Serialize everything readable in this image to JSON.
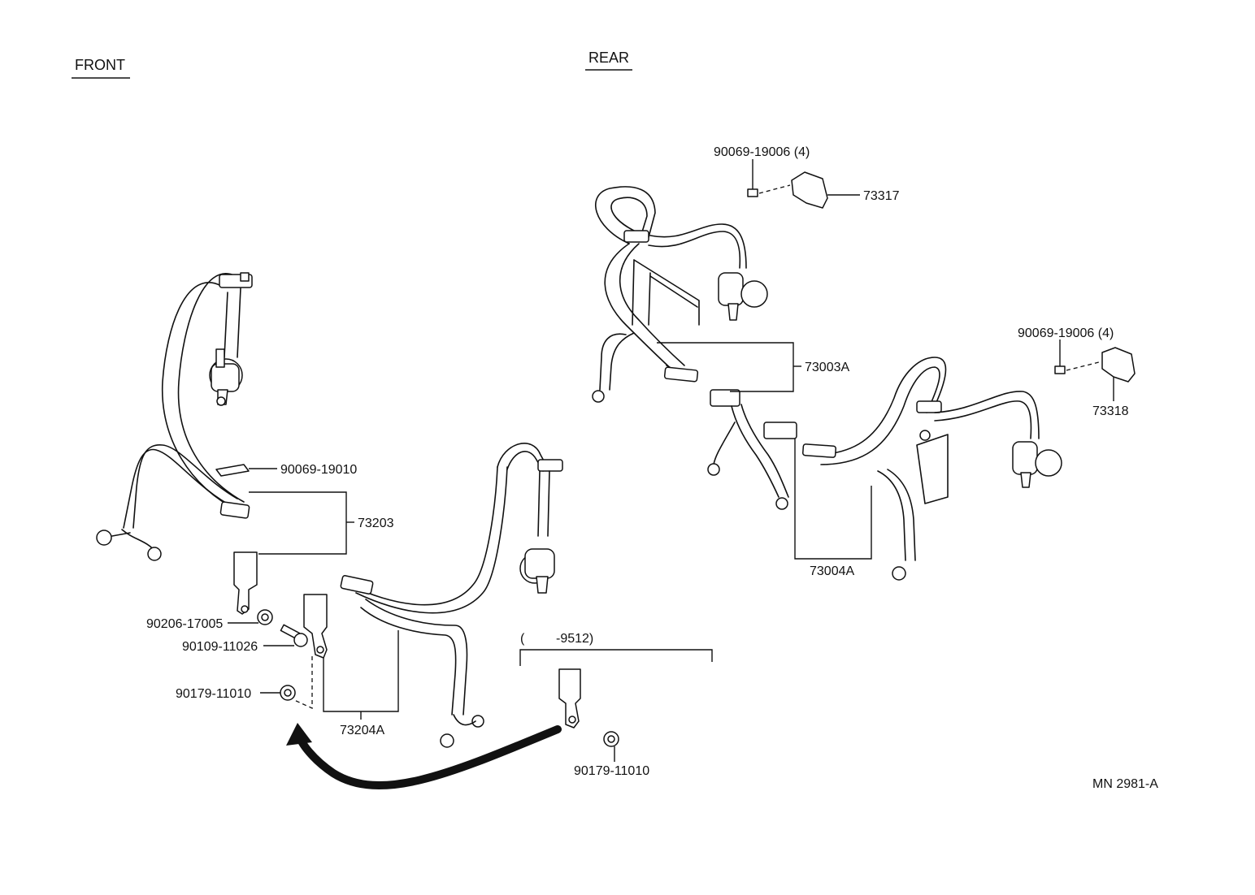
{
  "sections": {
    "front": "FRONT",
    "rear": "REAR"
  },
  "callouts": {
    "p90069_19006_top": "90069-19006 (4)",
    "p73317": "73317",
    "p73003a": "73003A",
    "p90069_19006_right": "90069-19006 (4)",
    "p73318": "73318",
    "p90069_19010": "90069-19010",
    "p73203": "73203",
    "p73004a": "73004A",
    "p90206_17005": "90206-17005",
    "p90109_11026": "90109-11026",
    "p90179_11010_left": "90179-11010",
    "p73204a": "73204A",
    "p90179_11010_bottom": "90179-11010"
  },
  "variant": {
    "open_paren": "(",
    "range": "-9512)"
  },
  "diagram_code": "MN 2981-A"
}
